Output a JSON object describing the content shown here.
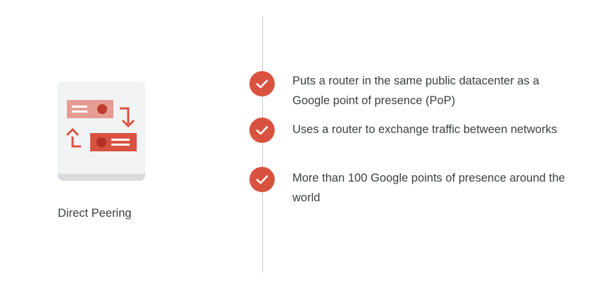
{
  "product": {
    "caption": "Direct Peering",
    "icon": "direct-peering-icon"
  },
  "features": [
    {
      "icon": "check-circle-icon",
      "text": "Puts a router in the same public datacenter as a Google point of presence (PoP)"
    },
    {
      "icon": "check-circle-icon",
      "text": "Uses a router to exchange traffic between networks"
    },
    {
      "icon": "check-circle-icon",
      "text": "More than 100 Google points of presence around the world"
    }
  ],
  "colors": {
    "accent": "#d95240",
    "accent_light": "#e8a39a",
    "card_face": "#f1f3f4",
    "card_shadow": "#dadce0",
    "text": "#3c4043",
    "divider": "#c8c8c8"
  }
}
